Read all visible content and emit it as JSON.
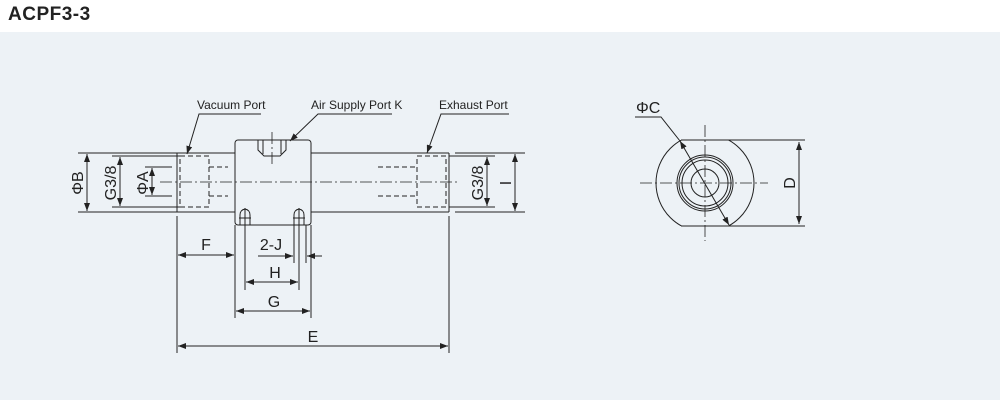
{
  "title": "ACPF3-3",
  "labels": {
    "vacuum_port": "Vacuum Port",
    "air_supply_port": "Air Supply Port K",
    "exhaust_port": "Exhaust Port"
  },
  "dimensions": {
    "phi_b": "ΦB",
    "g_left": "G3/8",
    "phi_a": "ΦA",
    "g_right": "G3/8",
    "i": "I",
    "f": "F",
    "two_j": "2-J",
    "h": "H",
    "g": "G",
    "e": "E",
    "phi_c": "ΦC",
    "d": "D"
  }
}
